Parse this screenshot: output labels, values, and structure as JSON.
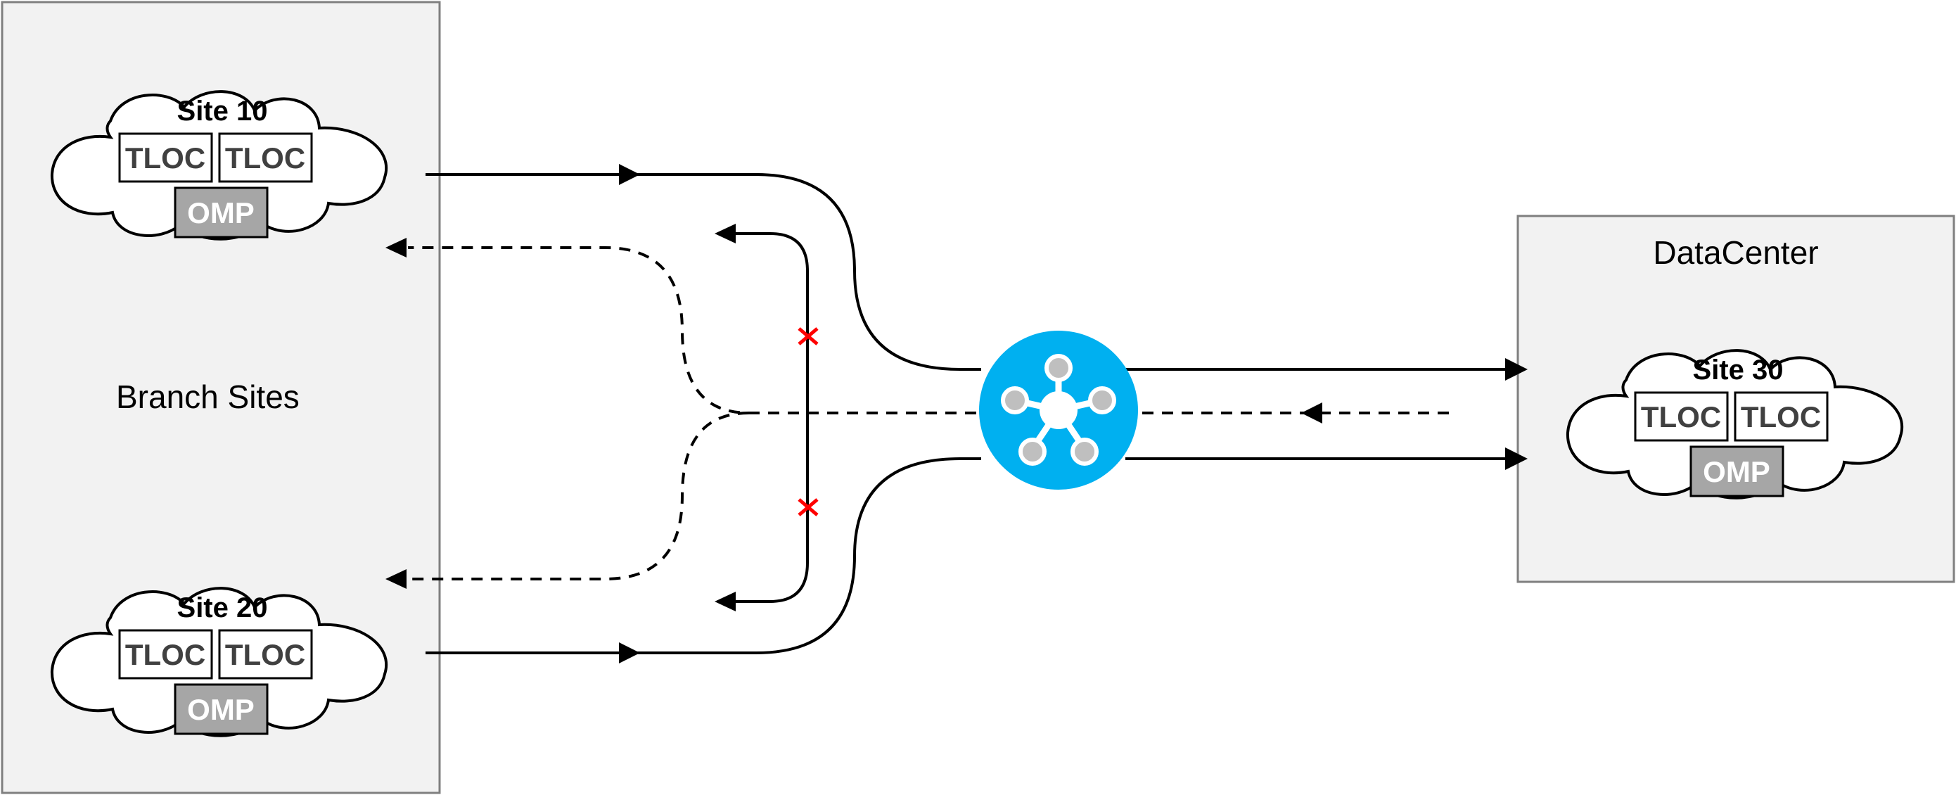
{
  "regions": {
    "branch": {
      "label": "Branch Sites"
    },
    "datacenter": {
      "label": "DataCenter"
    }
  },
  "sites": [
    {
      "title": "Site 10",
      "tlocs": [
        "TLOC",
        "TLOC"
      ],
      "omp": "OMP"
    },
    {
      "title": "Site 20",
      "tlocs": [
        "TLOC",
        "TLOC"
      ],
      "omp": "OMP"
    },
    {
      "title": "Site 30",
      "tlocs": [
        "TLOC",
        "TLOC"
      ],
      "omp": "OMP"
    }
  ],
  "colors": {
    "region_fill": "#f2f2f2",
    "region_border": "#7f7f7f",
    "controller": "#00b0f0",
    "controller_node": "#bfbfbf",
    "omp_fill": "#a6a6a6",
    "blocked_marker": "#ff0000"
  },
  "icons": {
    "controller": "vsmart-hub-icon",
    "blocked": "x-mark-icon"
  }
}
